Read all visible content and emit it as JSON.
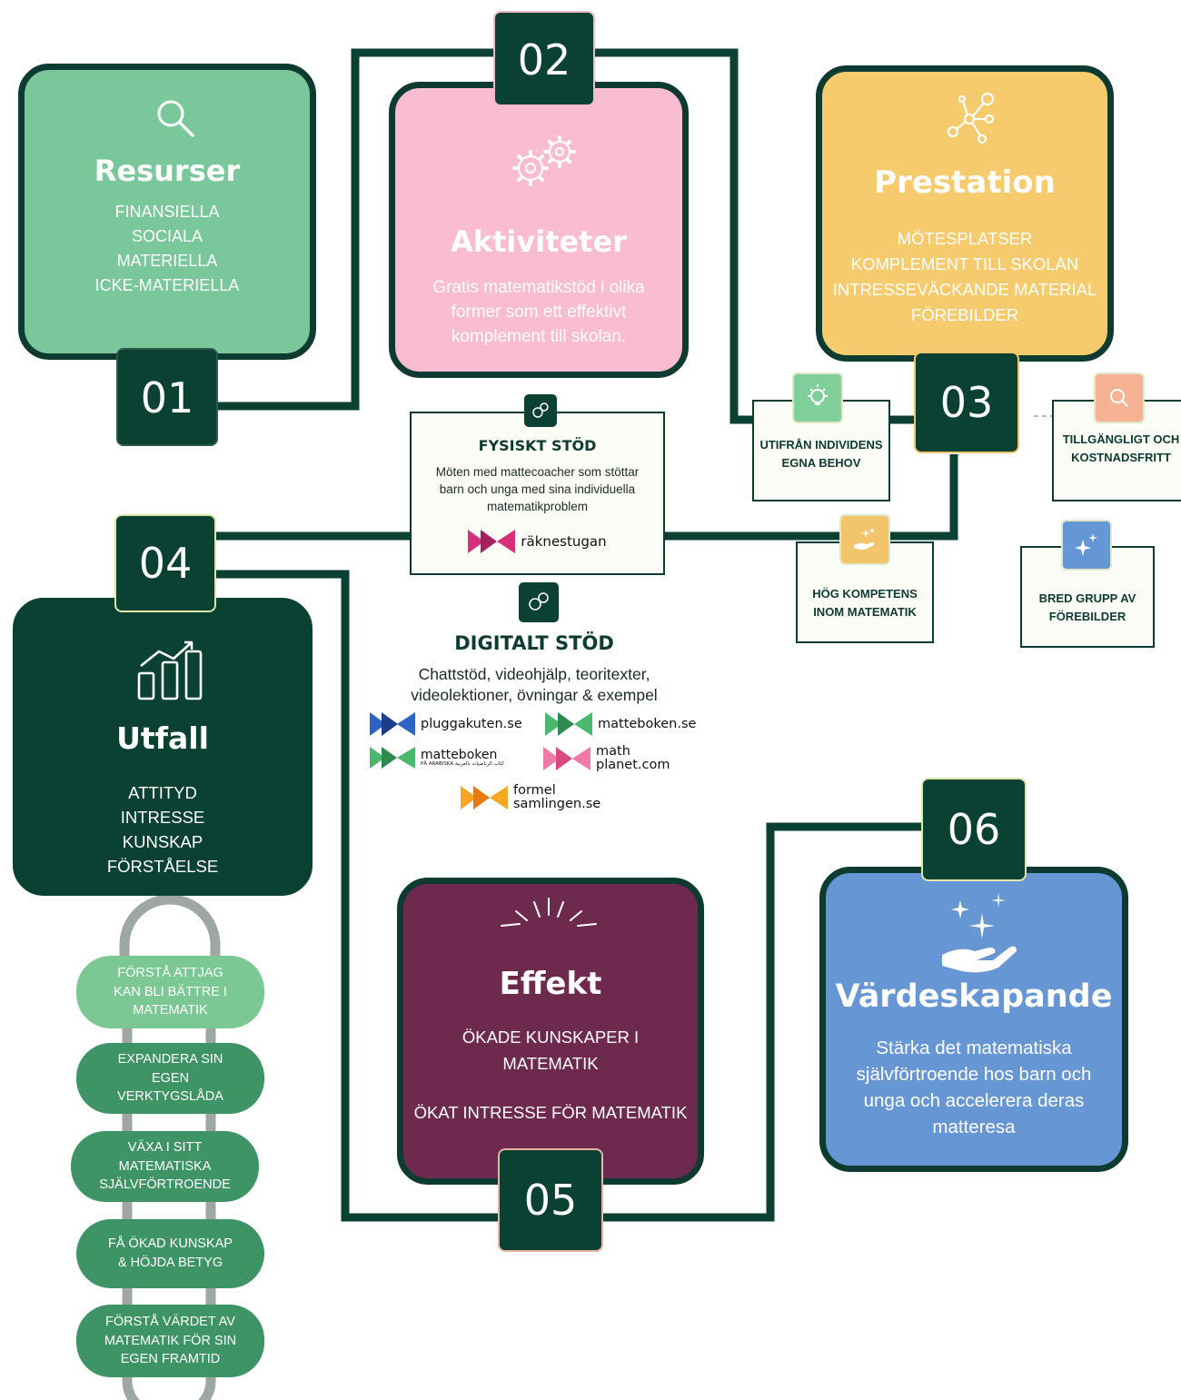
{
  "colors": {
    "dark_green": "#0b4133",
    "green": "#79c79a",
    "pink": "#f9bcd0",
    "yellow": "#f5cb6e",
    "maroon": "#6e2a4e",
    "blue": "#6796d4",
    "pill_green_light": "#7bc895",
    "pill_green": "#3f9466"
  },
  "resurser": {
    "number": "01",
    "icon": "search-icon",
    "title": "Resurser",
    "lines": [
      "FINANSIELLA",
      "SOCIALA",
      "MATERIELLA",
      "ICKE-MATERIELLA"
    ]
  },
  "aktiviteter": {
    "number": "02",
    "icon": "gears-icon",
    "title": "Aktiviteter",
    "text": "Gratis matematikstöd i olika former som ett effektivt komplement till skolan."
  },
  "prestation": {
    "number": "03",
    "icon": "network-icon",
    "title": "Prestation",
    "lines": [
      "MÖTESPLATSER",
      "KOMPLEMENT TILL SKOLAN",
      "INTRESSEVÄCKANDE MATERIAL",
      "FÖREBILDER"
    ]
  },
  "utfall": {
    "number": "04",
    "icon": "bar-chart-icon",
    "title": "Utfall",
    "lines": [
      "ATTITYD",
      "INTRESSE",
      "KUNSKAP",
      "FÖRSTÅELSE"
    ]
  },
  "effekt": {
    "number": "05",
    "icon": "sparkle-burst-icon",
    "title": "Effekt",
    "line1": "ÖKADE KUNSKAPER I MATEMATIK",
    "line2": "ÖKAT INTRESSE FÖR MATEMATIK"
  },
  "vardeskapande": {
    "number": "06",
    "icon": "hand-sparkles-icon",
    "title": "Värdeskapande",
    "text": "Stärka det matematiska självförtroende hos barn och unga och accelerera deras matteresa"
  },
  "fysiskt": {
    "title": "FYSISKT STÖD",
    "text": "Möten med mattecoacher som stöttar barn och unga med sina individuella matematikproblem",
    "logo": "räknestugan"
  },
  "digitalt": {
    "title": "DIGITALT STÖD",
    "text": "Chattstöd, videohjälp, teoritexter, videolektioner, övningar & exempel",
    "logos": {
      "pluggakuten": "pluggakuten.se",
      "matteboken": "matteboken.se",
      "matteboken_arabiska": "matteboken",
      "matteboken_arabiska_sub": "PÅ ARABISKA كتاب الرياضيات بالعربية",
      "mathplanet_1": "math",
      "mathplanet_2": "planet.com",
      "formel_1": "formel",
      "formel_2": "samlingen.se"
    }
  },
  "features": {
    "utifran": "UTIFRÅN INDIVIDENS EGNA BEHOV",
    "hog": "HÖG KOMPETENS INOM MATEMATIK",
    "tillgangligt": "TILLGÄNGLIGT OCH KOSTNADSFRITT",
    "bred": "BRED GRUPP AV FÖREBILDER"
  },
  "pills": [
    "FÖRSTÅ ATTJAG KAN BLI BÄTTRE I MATEMATIK",
    "EXPANDERA SIN EGEN VERKTYGSLÅDA",
    "VÄXA I SITT MATEMATISKA SJÄLVFÖRTROENDE",
    "FÅ ÖKAD KUNSKAP & HÖJDA BETYG",
    "FÖRSTÅ VÄRDET AV MATEMATIK FÖR SIN EGEN FRAMTID"
  ]
}
